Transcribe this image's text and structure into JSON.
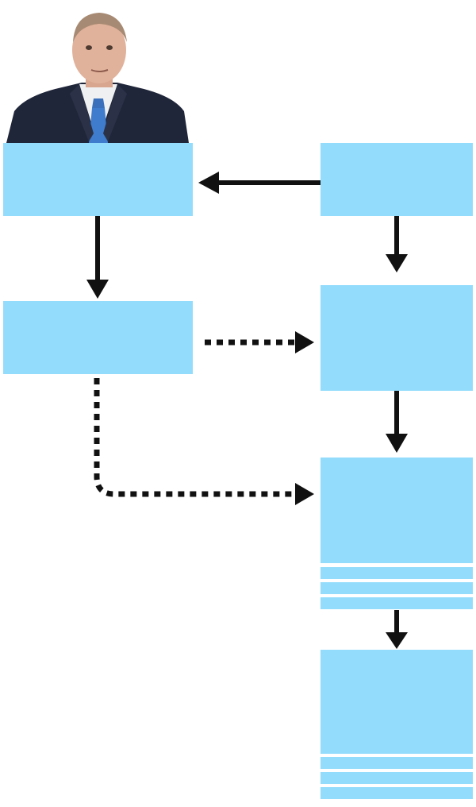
{
  "diagram": {
    "colors": {
      "box_fill": "#93dcfc",
      "arrow": "#111111",
      "background": "#ffffff"
    },
    "nodes": {
      "top_left_box": {
        "label": ""
      },
      "top_right_box": {
        "label": ""
      },
      "middle_left_box": {
        "label": ""
      },
      "middle_right_box": {
        "label": ""
      },
      "lower_right_box": {
        "label": ""
      },
      "bottom_right_box": {
        "label": ""
      }
    },
    "edges": [
      {
        "from": "top_right_box",
        "to": "top_left_box",
        "style": "solid"
      },
      {
        "from": "top_left_box",
        "to": "middle_left_box",
        "style": "solid"
      },
      {
        "from": "top_right_box",
        "to": "middle_right_box",
        "style": "solid"
      },
      {
        "from": "middle_left_box",
        "to": "middle_right_box",
        "style": "dotted"
      },
      {
        "from": "middle_left_box",
        "to": "lower_right_box",
        "style": "dotted"
      },
      {
        "from": "middle_right_box",
        "to": "lower_right_box",
        "style": "solid"
      },
      {
        "from": "lower_right_box",
        "to": "bottom_right_box",
        "style": "solid"
      }
    ],
    "portrait": {
      "icon": "person-portrait-icon"
    }
  }
}
